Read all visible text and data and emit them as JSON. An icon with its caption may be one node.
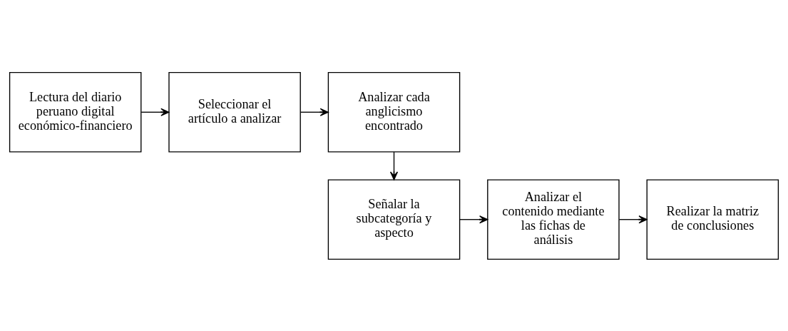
{
  "diagram": {
    "nodes": [
      {
        "text": [
          "Lectura del diario peruano digital económico-financiero"
        ]
      },
      {
        "text": [
          "Seleccionar el artículo a analizar"
        ]
      },
      {
        "text": [
          "Analizar cada anglicismo encontrado"
        ]
      },
      {
        "text": [
          "Señalar la subcategoría y aspecto"
        ]
      },
      {
        "text": [
          "Analizar el contenido mediante las fichas de análisis"
        ]
      },
      {
        "text": [
          "Realizar la matriz de conclusiones"
        ]
      }
    ],
    "edges": [
      {
        "from": 0,
        "to": 1,
        "arrow": "to"
      },
      {
        "from": 1,
        "to": 2,
        "arrow": "to"
      },
      {
        "from": 2,
        "to": 3,
        "arrow": "to"
      },
      {
        "from": 3,
        "to": 4,
        "arrow": "to"
      },
      {
        "from": 4,
        "to": 5,
        "arrow": "to"
      }
    ]
  }
}
